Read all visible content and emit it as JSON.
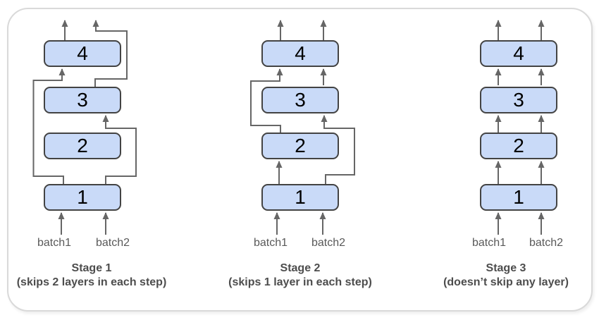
{
  "diagram": {
    "colors": {
      "box_fill": "#c9daf8",
      "box_border": "#434343",
      "arrow": "#666666",
      "batch_label": "#595959",
      "caption": "#4d4d4d",
      "card_border": "#d9d9d9"
    },
    "stages": [
      {
        "title": "Stage 1",
        "subtitle": "(skips 2 layers in each step)",
        "layers": [
          "4",
          "3",
          "2",
          "1"
        ],
        "inputs": [
          "batch1",
          "batch2"
        ]
      },
      {
        "title": "Stage 2",
        "subtitle": "(skips 1 layer in each step)",
        "layers": [
          "4",
          "3",
          "2",
          "1"
        ],
        "inputs": [
          "batch1",
          "batch2"
        ]
      },
      {
        "title": "Stage 3",
        "subtitle": "(doesn’t skip any layer)",
        "layers": [
          "4",
          "3",
          "2",
          "1"
        ],
        "inputs": [
          "batch1",
          "batch2"
        ]
      }
    ]
  }
}
